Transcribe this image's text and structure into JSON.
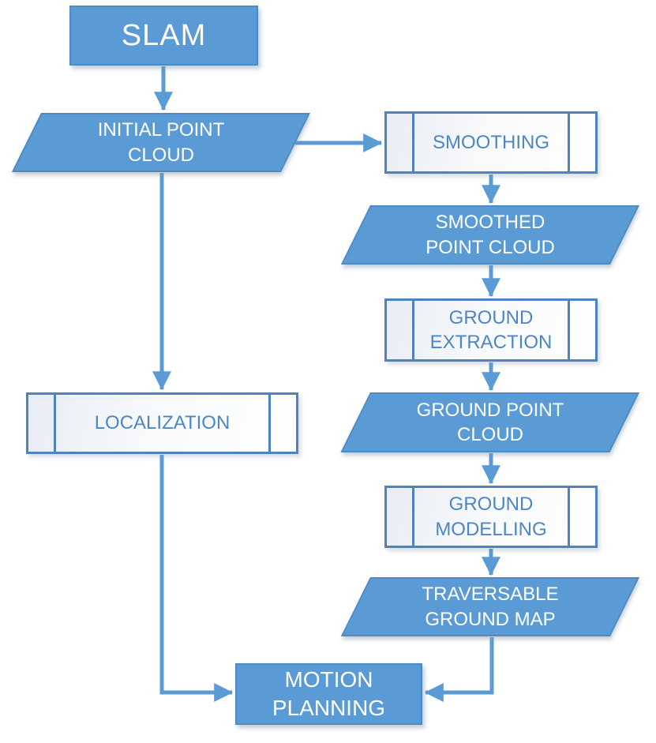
{
  "diagram": {
    "name": "slam-traversable-ground-mapping-pipeline",
    "colors": {
      "node_fill": "#5b9bd5",
      "node_border": "#4e8bc4",
      "process_border": "#4d83c0",
      "process_text": "#4e86c4",
      "process_fill_start": "#e8ecf3",
      "text_on_fill": "#ffffff",
      "connector": "#5b9bd5",
      "background": "#ffffff"
    },
    "nodes": {
      "slam": {
        "shape": "rectangle",
        "lines": [
          "SLAM"
        ]
      },
      "initial_point_cloud": {
        "shape": "parallelogram",
        "lines": [
          "INITIAL POINT",
          "CLOUD"
        ]
      },
      "smoothing": {
        "shape": "predefined-process",
        "lines": [
          "SMOOTHING"
        ]
      },
      "smoothed_point_cloud": {
        "shape": "parallelogram",
        "lines": [
          "SMOOTHED",
          "POINT CLOUD"
        ]
      },
      "ground_extraction": {
        "shape": "predefined-process",
        "lines": [
          "GROUND",
          "EXTRACTION"
        ]
      },
      "ground_point_cloud": {
        "shape": "parallelogram",
        "lines": [
          "GROUND POINT",
          "CLOUD"
        ]
      },
      "ground_modelling": {
        "shape": "predefined-process",
        "lines": [
          "GROUND",
          "MODELLING"
        ]
      },
      "traversable_ground_map": {
        "shape": "parallelogram",
        "lines": [
          "TRAVERSABLE",
          "GROUND MAP"
        ]
      },
      "localization": {
        "shape": "predefined-process",
        "lines": [
          "LOCALIZATION"
        ]
      },
      "motion_planning": {
        "shape": "rectangle",
        "lines": [
          "MOTION",
          "PLANNING"
        ]
      }
    },
    "edges": [
      {
        "from": "slam",
        "to": "initial_point_cloud"
      },
      {
        "from": "initial_point_cloud",
        "to": "smoothing"
      },
      {
        "from": "smoothing",
        "to": "smoothed_point_cloud"
      },
      {
        "from": "smoothed_point_cloud",
        "to": "ground_extraction"
      },
      {
        "from": "ground_extraction",
        "to": "ground_point_cloud"
      },
      {
        "from": "ground_point_cloud",
        "to": "ground_modelling"
      },
      {
        "from": "ground_modelling",
        "to": "traversable_ground_map"
      },
      {
        "from": "traversable_ground_map",
        "to": "motion_planning"
      },
      {
        "from": "initial_point_cloud",
        "to": "localization"
      },
      {
        "from": "localization",
        "to": "motion_planning"
      }
    ]
  }
}
